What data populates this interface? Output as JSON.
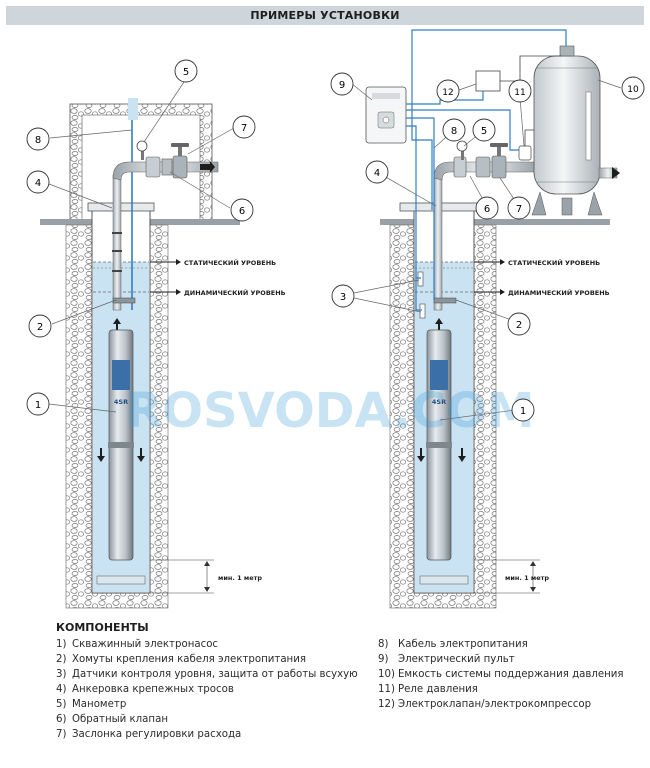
{
  "header": {
    "title": "ПРИМЕРЫ УСТАНОВКИ"
  },
  "labels": {
    "static_level": "СТАТИЧЕСКИЙ УРОВЕНЬ",
    "dynamic_level": "ДИНАМИЧЕСКИЙ УРОВЕНЬ",
    "min_depth": "мин. 1 метр",
    "pump_brand": "4SR"
  },
  "watermark": "ROSVODA.COM",
  "callouts": {
    "n1": "1",
    "n2": "2",
    "n3": "3",
    "n4": "4",
    "n5": "5",
    "n6": "6",
    "n7": "7",
    "n8": "8",
    "n9": "9",
    "n10": "10",
    "n11": "11",
    "n12": "12"
  },
  "components": {
    "title": "КОМПОНЕНТЫ",
    "left": [
      {
        "num": "1)",
        "text": "Скважинный электронасос"
      },
      {
        "num": "2)",
        "text": "Хомуты крепления кабеля электропитания"
      },
      {
        "num": "3)",
        "text": "Датчики контроля уровня, защита от работы всухую"
      },
      {
        "num": "4)",
        "text": "Анкеровка крепежных тросов"
      },
      {
        "num": "5)",
        "text": "Манометр"
      },
      {
        "num": "6)",
        "text": "Обратный клапан"
      },
      {
        "num": "7)",
        "text": "Заслонка регулировки расхода"
      }
    ],
    "right": [
      {
        "num": "8)",
        "text": "Кабель электропитания"
      },
      {
        "num": "9)",
        "text": "Электрический пульт"
      },
      {
        "num": "10)",
        "text": "Емкость системы поддержания давления"
      },
      {
        "num": "11)",
        "text": "Реле давления"
      },
      {
        "num": "12)",
        "text": "Электроклапан/электрокомпрессор"
      }
    ]
  },
  "colors": {
    "water": "#c9e3f3",
    "cable_blue": "#2f7fc4",
    "callout_fill": "#ffffff",
    "line": "#333333"
  }
}
